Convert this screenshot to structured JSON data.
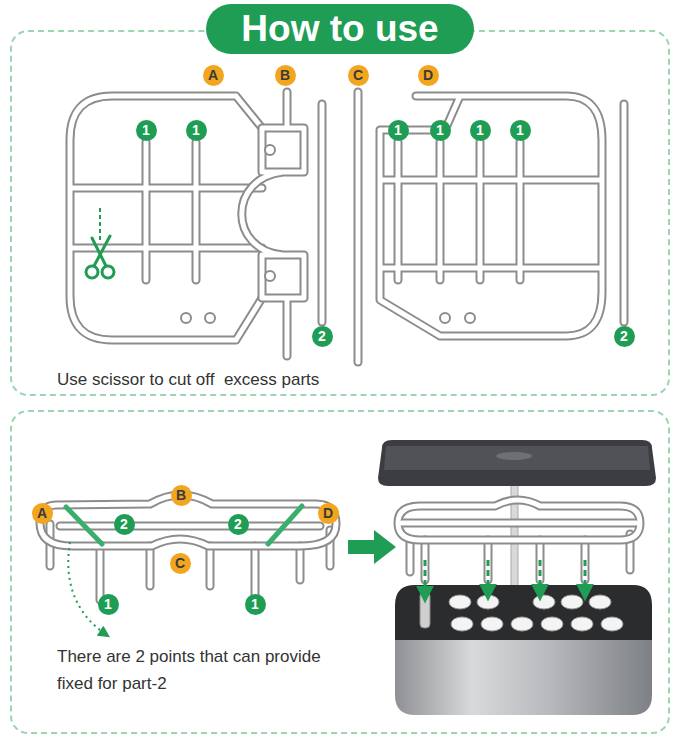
{
  "diagram": {
    "title": "How to use",
    "nodes": [
      {
        "text": [
          "Use scissor to cut off  excess parts"
        ]
      },
      {
        "text": [
          "There are 2 points that can provide fixed for part-2"
        ]
      }
    ],
    "labels": [
      "A",
      "B",
      "C",
      "D",
      "1",
      "1",
      "1",
      "1",
      "1",
      "1",
      "2",
      "2",
      "A",
      "B",
      "D",
      "C",
      "2",
      "2",
      "1",
      "1"
    ]
  }
}
